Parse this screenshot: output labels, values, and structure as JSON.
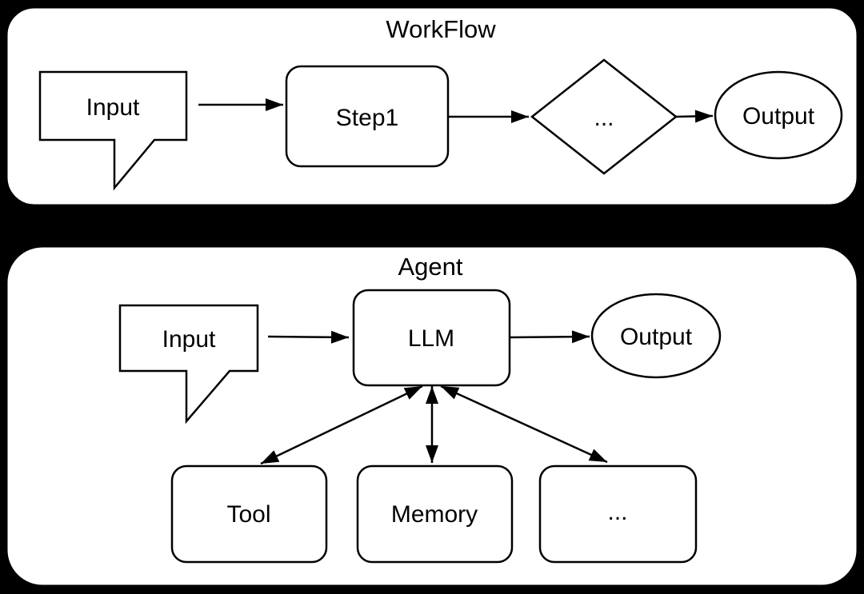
{
  "diagram": {
    "background_color": "#000000",
    "node_fill": "#ffffff",
    "line_color": "#000000"
  },
  "workflow_panel": {
    "title": "WorkFlow",
    "nodes": {
      "input": {
        "label": "Input",
        "shape": "callout"
      },
      "step1": {
        "label": "Step1",
        "shape": "rounded-rectangle"
      },
      "decision": {
        "label": "...",
        "shape": "diamond"
      },
      "output": {
        "label": "Output",
        "shape": "ellipse"
      }
    },
    "edges": [
      {
        "from": "input",
        "to": "step1",
        "direction": "forward"
      },
      {
        "from": "step1",
        "to": "decision",
        "direction": "forward"
      },
      {
        "from": "decision",
        "to": "output",
        "direction": "forward"
      }
    ]
  },
  "agent_panel": {
    "title": "Agent",
    "nodes": {
      "input": {
        "label": "Input",
        "shape": "callout"
      },
      "llm": {
        "label": "LLM",
        "shape": "rounded-rectangle"
      },
      "output": {
        "label": "Output",
        "shape": "ellipse"
      },
      "tool": {
        "label": "Tool",
        "shape": "rounded-rectangle"
      },
      "memory": {
        "label": "Memory",
        "shape": "rounded-rectangle"
      },
      "more": {
        "label": "...",
        "shape": "rounded-rectangle"
      }
    },
    "edges": [
      {
        "from": "input",
        "to": "llm",
        "direction": "forward"
      },
      {
        "from": "llm",
        "to": "output",
        "direction": "forward"
      },
      {
        "from": "llm",
        "to": "tool",
        "direction": "bidirectional"
      },
      {
        "from": "llm",
        "to": "memory",
        "direction": "bidirectional"
      },
      {
        "from": "llm",
        "to": "more",
        "direction": "bidirectional"
      }
    ]
  }
}
